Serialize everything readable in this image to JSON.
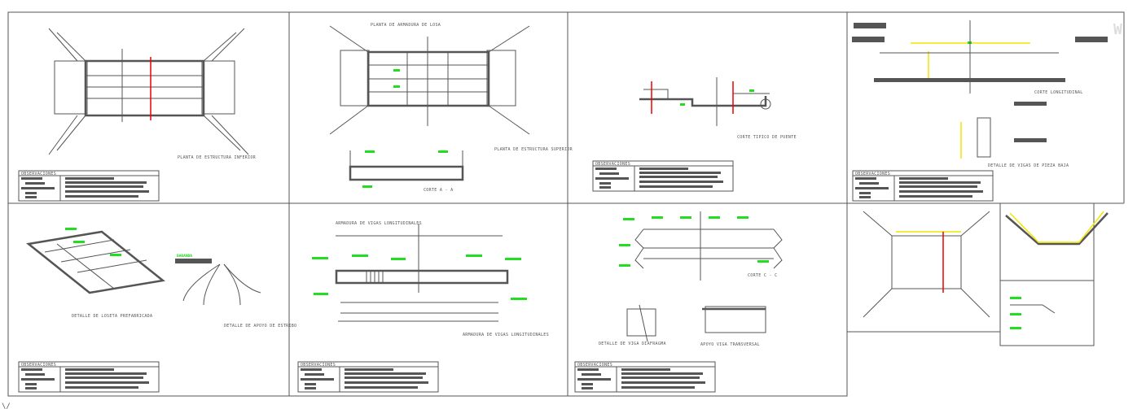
{
  "sheet": {
    "observations_title": "OBSERVACIONES",
    "watermark": "W",
    "corner_mark": "\\/"
  },
  "panels": [
    {
      "title": "PLANTA DE ESTRUCTURA INFERIOR"
    },
    {
      "title": "PLANTA DE ESTRUCTURA SUPERIOR",
      "subtitle": "CORTE A - A",
      "top_note": "PLANTA DE ARMADURA DE LOSA"
    },
    {
      "title": "CORTE TIPICO DE PUENTE"
    },
    {
      "title": "CORTE LONGITUDINAL",
      "detail_title": "DETALLE DE VIGAS DE PIEZA BAJA"
    },
    {
      "title": "DETALLE DE LOSETA PREFABRICADA",
      "detail_title": "DETALLE DE APOYO DE ESTRIBO",
      "tag": "BARANDA"
    },
    {
      "title": "ARMADURA DE VIGAS LONGITUDINALES",
      "top_note": "ARMADURA DE VIGAS LONGITUDINALES"
    },
    {
      "title": "CORTE C - C",
      "detail_title": "DETALLE DE VIGA DIAFRAGMA",
      "detail_title_2": "APOYO VIGA TRANSVERSAL"
    }
  ],
  "colors": {
    "lines": "#555555",
    "dimension_yellow": "#f2e600",
    "rebar_green": "#22dd22",
    "section_red": "#ee0000",
    "point_blue": "#0000ee"
  }
}
